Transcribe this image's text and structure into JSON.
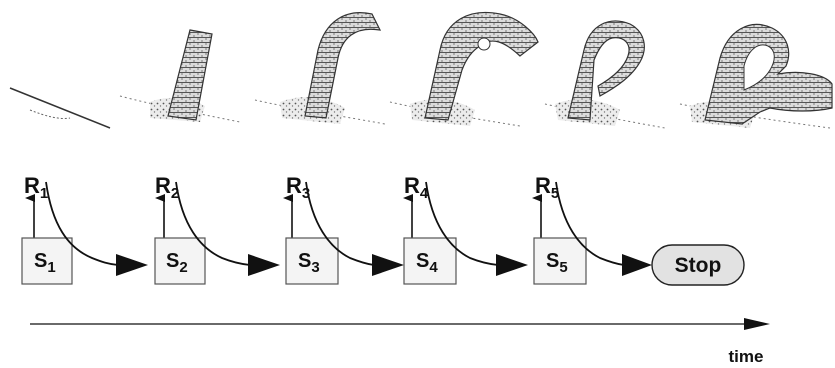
{
  "stages": [
    {
      "response": "R",
      "response_sub": "1",
      "state": "S",
      "state_sub": "1"
    },
    {
      "response": "R",
      "response_sub": "2",
      "state": "S",
      "state_sub": "2"
    },
    {
      "response": "R",
      "response_sub": "3",
      "state": "S",
      "state_sub": "3"
    },
    {
      "response": "R",
      "response_sub": "4",
      "state": "S",
      "state_sub": "4"
    },
    {
      "response": "R",
      "response_sub": "5",
      "state": "S",
      "state_sub": "5"
    }
  ],
  "terminal": {
    "label": "Stop"
  },
  "axis": {
    "label": "time"
  },
  "colors": {
    "ink": "#111111",
    "box_fill": "#f4f4f4",
    "stop_fill": "#e2e2e2",
    "tube_fill": "#d9d9d9",
    "tube_stroke": "#333333"
  }
}
